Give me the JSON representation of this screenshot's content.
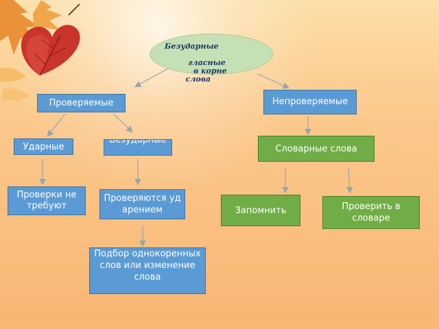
{
  "diagram": {
    "root": {
      "text": "Безударные\n\n         гласные\n           в корне\n        слова"
    },
    "nodes": {
      "checkable": "Проверяемые",
      "uncheckable": "Непроверяемые",
      "stressed": "Ударные",
      "unstressed": "Безударные",
      "dictionary_words": "Словарные слова",
      "no_check_needed": "Проверки не требуют",
      "checked_by_stress": "Проверяются ударением",
      "memorize": "Запомнить",
      "check_in_dictionary": "Проверить в словаре",
      "selection": "Подбор однокоренных слов или изменение слова"
    }
  },
  "colors": {
    "blue_box": "#5b9bd5",
    "green_box": "#70ad47",
    "ellipse": "#c5e0b4",
    "arrow": "#9aa3ad",
    "title_text": "#1f3864"
  },
  "icons": [
    "autumn-leaves-decoration",
    "heart-leaf-icon"
  ]
}
